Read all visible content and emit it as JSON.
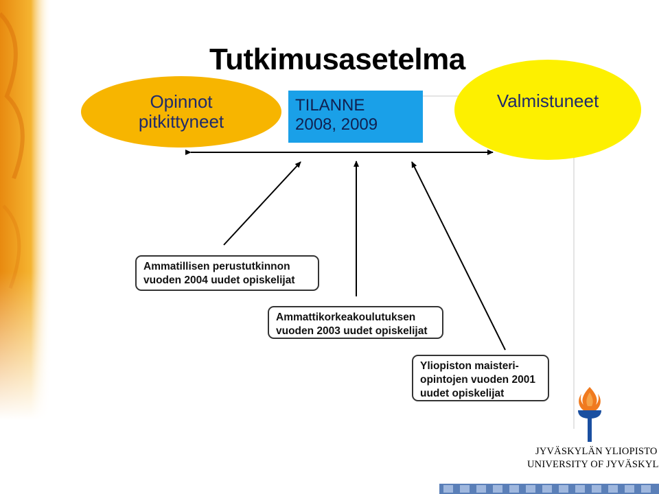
{
  "title": "Tutkimusasetelma",
  "left_ellipse": {
    "line1": "Opinnot",
    "line2": "pitkittyneet",
    "color": "#f7b500"
  },
  "right_ellipse": {
    "label": "Valmistuneet",
    "color": "#fdf000"
  },
  "status_box": {
    "line1": "TILANNE",
    "line2": "2008, 2009",
    "color": "#1aa0e8"
  },
  "groups": [
    {
      "line1": "Ammatillisen perustutkinnon",
      "line2": "vuoden 2004 uudet opiskelijat"
    },
    {
      "line1": "Ammattikorkeakoulutuksen",
      "line2": "vuoden 2003 uudet opiskelijat"
    },
    {
      "line1": "Yliopiston maisteri-",
      "line2": "opintojen vuoden 2001",
      "line3": "uudet opiskelijat"
    }
  ],
  "logo": {
    "icon": "torch-icon",
    "line1": "JYVÄSKYLÄN YLIOPISTO",
    "line2": "UNIVERSITY OF JYVÄSKYLÄ"
  }
}
